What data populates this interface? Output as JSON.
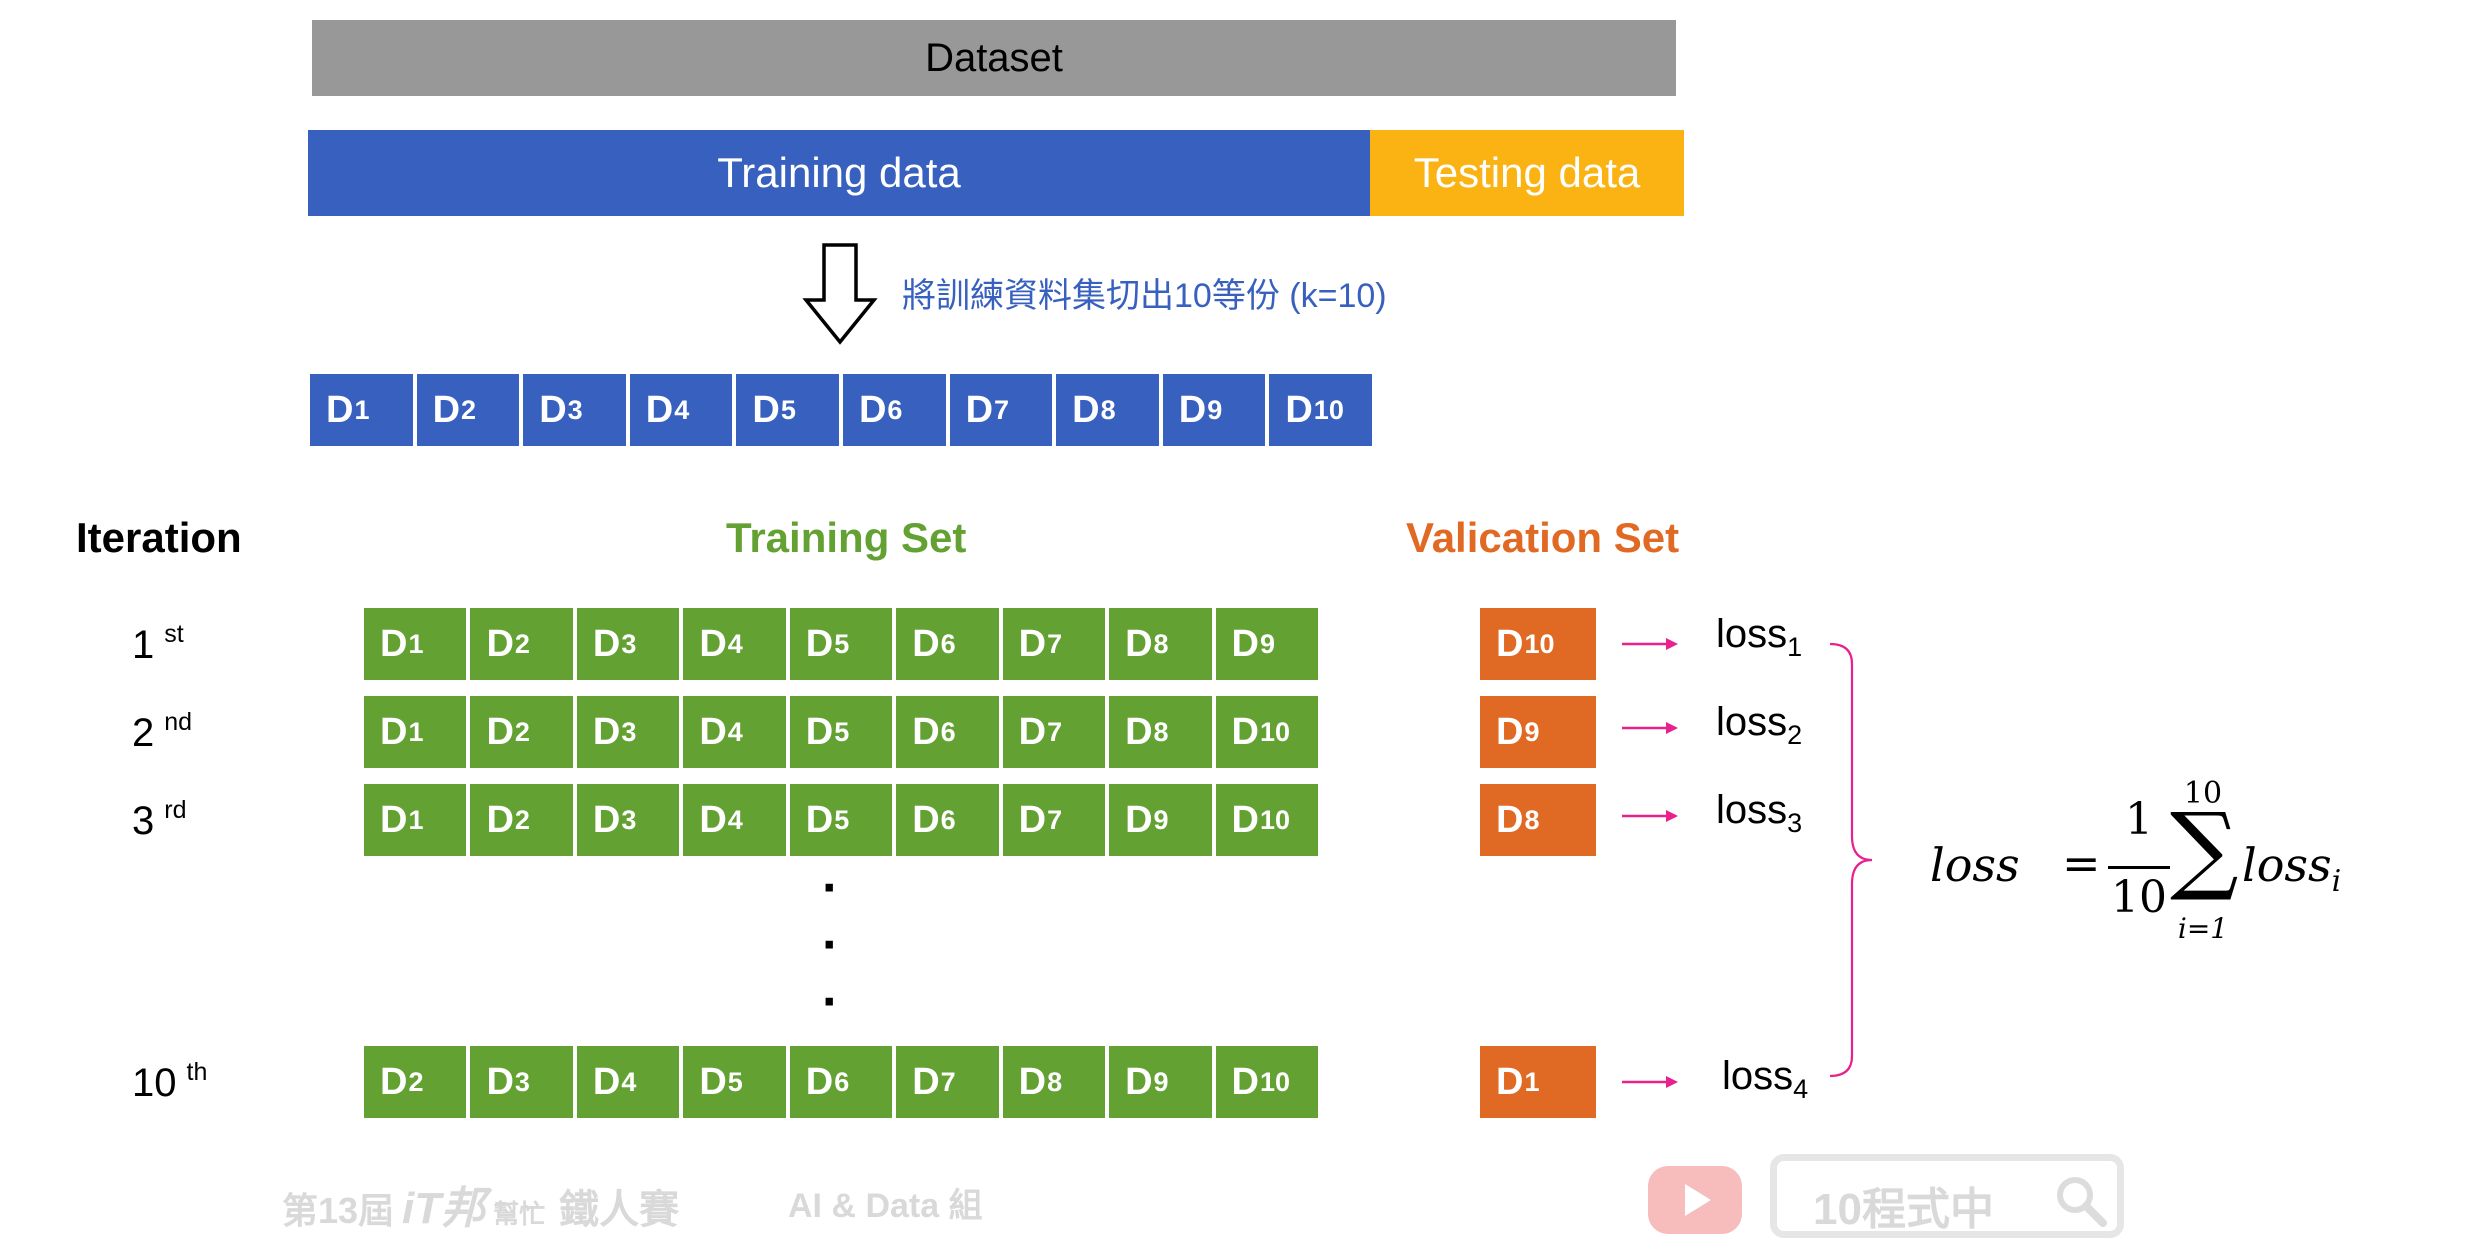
{
  "dataset_label": "Dataset",
  "training_data_label": "Training data",
  "testing_data_label": "Testing data",
  "split_caption": "將訓練資料集切出10等份 (k=10)",
  "folds": [
    {
      "letter": "D",
      "sub": "1"
    },
    {
      "letter": "D",
      "sub": "2"
    },
    {
      "letter": "D",
      "sub": "3"
    },
    {
      "letter": "D",
      "sub": "4"
    },
    {
      "letter": "D",
      "sub": "5"
    },
    {
      "letter": "D",
      "sub": "6"
    },
    {
      "letter": "D",
      "sub": "7"
    },
    {
      "letter": "D",
      "sub": "8"
    },
    {
      "letter": "D",
      "sub": "9"
    },
    {
      "letter": "D",
      "sub": "10"
    }
  ],
  "headers": {
    "iteration": "Iteration",
    "training_set": "Training Set",
    "validation_set": "Valication Set"
  },
  "iterations": [
    {
      "num": "1",
      "suffix": "st",
      "train": [
        {
          "letter": "D",
          "sub": "1"
        },
        {
          "letter": "D",
          "sub": "2"
        },
        {
          "letter": "D",
          "sub": "3"
        },
        {
          "letter": "D",
          "sub": "4"
        },
        {
          "letter": "D",
          "sub": "5"
        },
        {
          "letter": "D",
          "sub": "6"
        },
        {
          "letter": "D",
          "sub": "7"
        },
        {
          "letter": "D",
          "sub": "8"
        },
        {
          "letter": "D",
          "sub": "9"
        }
      ],
      "val": {
        "letter": "D",
        "sub": "10"
      },
      "loss": {
        "text": "loss",
        "sub": "1"
      }
    },
    {
      "num": "2",
      "suffix": "nd",
      "train": [
        {
          "letter": "D",
          "sub": "1"
        },
        {
          "letter": "D",
          "sub": "2"
        },
        {
          "letter": "D",
          "sub": "3"
        },
        {
          "letter": "D",
          "sub": "4"
        },
        {
          "letter": "D",
          "sub": "5"
        },
        {
          "letter": "D",
          "sub": "6"
        },
        {
          "letter": "D",
          "sub": "7"
        },
        {
          "letter": "D",
          "sub": "8"
        },
        {
          "letter": "D",
          "sub": "10"
        }
      ],
      "val": {
        "letter": "D",
        "sub": "9"
      },
      "loss": {
        "text": "loss",
        "sub": "2"
      }
    },
    {
      "num": "3",
      "suffix": "rd",
      "train": [
        {
          "letter": "D",
          "sub": "1"
        },
        {
          "letter": "D",
          "sub": "2"
        },
        {
          "letter": "D",
          "sub": "3"
        },
        {
          "letter": "D",
          "sub": "4"
        },
        {
          "letter": "D",
          "sub": "5"
        },
        {
          "letter": "D",
          "sub": "6"
        },
        {
          "letter": "D",
          "sub": "7"
        },
        {
          "letter": "D",
          "sub": "9"
        },
        {
          "letter": "D",
          "sub": "10"
        }
      ],
      "val": {
        "letter": "D",
        "sub": "8"
      },
      "loss": {
        "text": "loss",
        "sub": "3"
      }
    },
    {
      "num": "10",
      "suffix": "th",
      "train": [
        {
          "letter": "D",
          "sub": "2"
        },
        {
          "letter": "D",
          "sub": "3"
        },
        {
          "letter": "D",
          "sub": "4"
        },
        {
          "letter": "D",
          "sub": "5"
        },
        {
          "letter": "D",
          "sub": "6"
        },
        {
          "letter": "D",
          "sub": "7"
        },
        {
          "letter": "D",
          "sub": "8"
        },
        {
          "letter": "D",
          "sub": "9"
        },
        {
          "letter": "D",
          "sub": "10"
        }
      ],
      "val": {
        "letter": "D",
        "sub": "1"
      },
      "loss": {
        "text": "loss",
        "sub": "4"
      }
    }
  ],
  "ellipsis_dots": [
    "·",
    "·",
    "·"
  ],
  "formula": {
    "lhs": "loss",
    "equals": "=",
    "numerator": "1",
    "denominator": "10",
    "sum_symbol": "∑",
    "sum_upper": "10",
    "sum_lower": "i=1",
    "term": "loss",
    "term_sub": "i"
  },
  "watermark": {
    "event_prefix": "第13屆",
    "brand_it": "iT邦",
    "brand_help": "幫忙",
    "event_name": "鐵人賽",
    "track": "AI & Data 組",
    "search_text": "10程式中",
    "icons": [
      "youtube-play-icon",
      "magnifier-icon"
    ]
  },
  "colors": {
    "dataset_bar": "#989898",
    "training_blue": "#3760bf",
    "testing_yellow": "#fbb313",
    "train_green": "#63a132",
    "val_orange": "#e06a23",
    "caption_blue": "#3760bf",
    "arrow_pink": "#e8218c",
    "watermark_gray": "#d9d9d9"
  }
}
